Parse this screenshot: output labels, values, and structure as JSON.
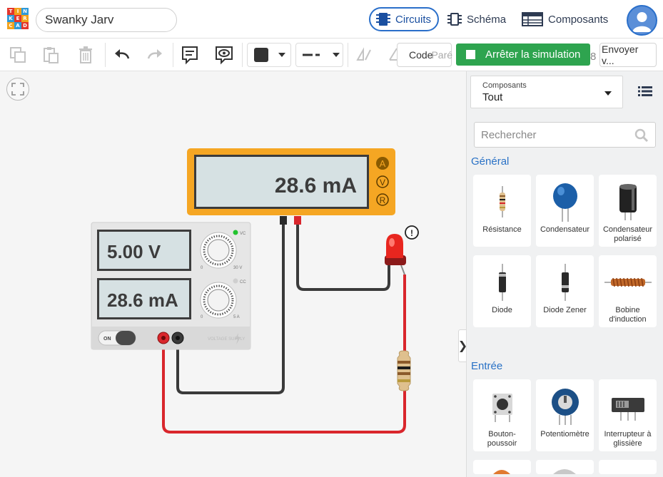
{
  "app": {
    "logo_letters": [
      "T",
      "I",
      "N",
      "K",
      "E",
      "R",
      "C",
      "A",
      "D"
    ],
    "project_name": "Swanky Jarv"
  },
  "view_tabs": [
    {
      "label": "Circuits",
      "active": true
    },
    {
      "label": "Schéma",
      "active": false
    },
    {
      "label": "Composants",
      "active": false
    }
  ],
  "toolbar": {
    "code_label": "Code",
    "code_overlap_text": "Paré",
    "overlap_digit": "8",
    "simulation_label": "Arrêter la simulation",
    "send_label": "Envoyer v..."
  },
  "circuit": {
    "multimeter_display": "28.6 mA",
    "multimeter_modes": [
      "A",
      "V",
      "R"
    ],
    "supply_voltage": "5.00 V",
    "supply_current": "28.6 mA",
    "voltage_knob": {
      "min": "0",
      "max": "30 V",
      "tag": "VC"
    },
    "current_knob": {
      "min": "0",
      "max": "5 A",
      "tag": "CC"
    },
    "power_switch_label": "ON",
    "supply_brand": "VOLTAGE SUPPLY",
    "warning_symbol": "!"
  },
  "panel": {
    "components_label": "Composants",
    "components_value": "Tout",
    "search_placeholder": "Rechercher",
    "categories": [
      {
        "title": "Général",
        "items": [
          "Résistance",
          "Condensateur",
          "Condensateur polarisé",
          "Diode",
          "Diode Zener",
          "Bobine d'induction"
        ]
      },
      {
        "title": "Entrée",
        "items": [
          "Bouton-poussoir",
          "Potentiomètre",
          "Interrupteur à glissière"
        ]
      }
    ]
  },
  "colors": {
    "accent": "#2a6fca",
    "simulation_green": "#2ea44f",
    "multimeter_body": "#f5a623",
    "wire_red": "#d9262c",
    "wire_black": "#3a3a3a"
  }
}
